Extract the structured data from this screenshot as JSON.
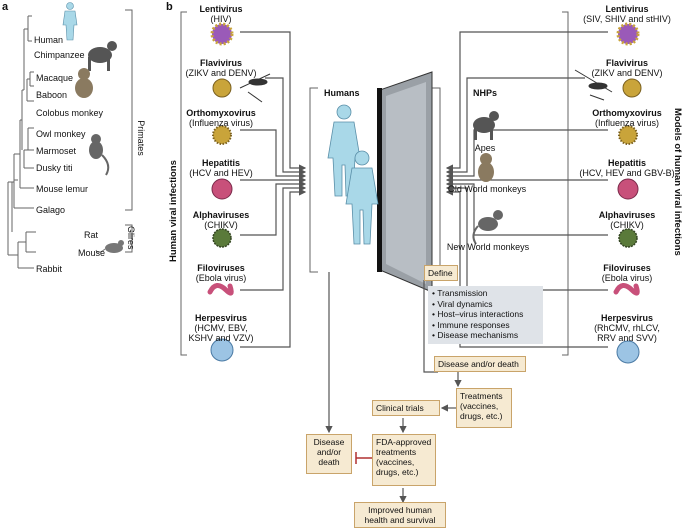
{
  "panel_a": {
    "label": "a",
    "taxa": [
      "Human",
      "Chimpanzee",
      "Macaque",
      "Baboon",
      "Colobus monkey",
      "Owl monkey",
      "Marmoset",
      "Dusky titi",
      "Mouse lemur",
      "Galago",
      "Rat",
      "Mouse",
      "Rabbit"
    ],
    "primates_label": "Primates",
    "glires_label": "Glires"
  },
  "panel_b": {
    "label": "b",
    "left_axis_label": "Human viral infections",
    "right_axis_label": "Models of human viral infections",
    "humans_label": "Humans",
    "nhps_label": "NHPs",
    "nhp_groups": [
      "Apes",
      "Old World monkeys",
      "New World monkeys"
    ],
    "left_viruses": [
      {
        "name": "Lentivirus",
        "detail": [
          "(HIV)"
        ]
      },
      {
        "name": "Flavivirus",
        "detail": [
          "(ZIKV and DENV)"
        ]
      },
      {
        "name": "Orthomyxovirus",
        "detail": [
          "(Influenza virus)"
        ]
      },
      {
        "name": "Hepatitis",
        "detail": [
          "(HCV and HEV)"
        ]
      },
      {
        "name": "Alphaviruses",
        "detail": [
          "(CHIKV)"
        ]
      },
      {
        "name": "Filoviruses",
        "detail": [
          "(Ebola virus)"
        ]
      },
      {
        "name": "Herpesvirus",
        "detail": [
          "(HCMV, EBV,",
          "KSHV and VZV)"
        ]
      }
    ],
    "right_viruses": [
      {
        "name": "Lentivirus",
        "detail": [
          "(SIV, SHIV and stHIV)"
        ]
      },
      {
        "name": "Flavivirus",
        "detail": [
          "(ZIKV and DENV)"
        ]
      },
      {
        "name": "Orthomyxovirus",
        "detail": [
          "(Influenza virus)"
        ]
      },
      {
        "name": "Hepatitis",
        "detail": [
          "(HCV, HEV and GBV-B)"
        ]
      },
      {
        "name": "Alphaviruses",
        "detail": [
          "(CHIKV)"
        ]
      },
      {
        "name": "Filoviruses",
        "detail": [
          "(Ebola virus)"
        ]
      },
      {
        "name": "Herpesvirus",
        "detail": [
          "(RhCMV, rhLCV,",
          "RRV and SVV)"
        ]
      }
    ],
    "define_label": "Define",
    "define_items": [
      "Transmission",
      "Viral dynamics",
      "Host–virus interactions",
      "Immune responses",
      "Disease mechanisms"
    ],
    "disease_death": "Disease and/or death",
    "treatments": [
      "Treatments",
      "(vaccines,",
      "drugs, etc.)"
    ],
    "clinical_trials": "Clinical trials",
    "disease_death_human": [
      "Disease",
      "and/or",
      "death"
    ],
    "fda_approved": [
      "FDA-approved",
      "treatments",
      "(vaccines,",
      "drugs, etc.)"
    ],
    "improved": [
      "Improved human",
      "health and survival"
    ]
  },
  "colors": {
    "box_fill": "#f6ead2",
    "box_border": "#c9a46a",
    "list_fill": "#dfe3e8",
    "arrow": "#555555",
    "inhibit": "#b03030",
    "human": "#a9d8e8",
    "virus_purple": "#9a5ab8",
    "virus_yellow": "#c9a43a",
    "virus_pink": "#c8507a",
    "virus_green": "#5a7a3a",
    "virus_blue": "#9cc4e4"
  }
}
